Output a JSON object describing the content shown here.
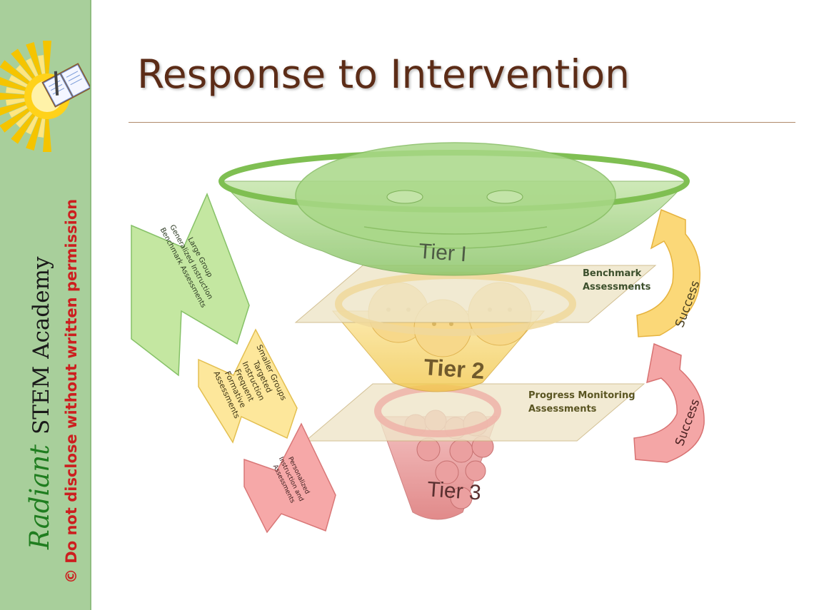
{
  "sidebar": {
    "brand_script": "Radiant",
    "brand_name": "STEM Academy",
    "notice": "© Do not disclose without written permission"
  },
  "title": "Response to Intervention",
  "tiers": {
    "tier1": "Tier I",
    "tier2": "Tier 2",
    "tier3": "Tier 3"
  },
  "plane_labels": {
    "benchmark": [
      "Benchmark",
      "Assessments"
    ],
    "progress": [
      "Progress Monitoring",
      "Assessments"
    ]
  },
  "arrows": {
    "tier1": [
      "Large Group",
      "Generalized Instruction",
      "Benchmark Assessments"
    ],
    "tier2": [
      "Smaller Groups",
      "Targeted",
      "Instruction",
      "Frequent",
      "Formative",
      "Assessments"
    ],
    "tier3": [
      "Personalized",
      "Instruction and",
      "Assessments"
    ]
  },
  "success_labels": [
    "Success",
    "Success"
  ],
  "colors": {
    "sidebar": "#a8cf9b",
    "title": "#5c2c17",
    "notice": "#cc1f1f",
    "tier1_green": "#9fd07d",
    "tier2_yellow": "#f7d46b",
    "tier3_red": "#e58686"
  }
}
